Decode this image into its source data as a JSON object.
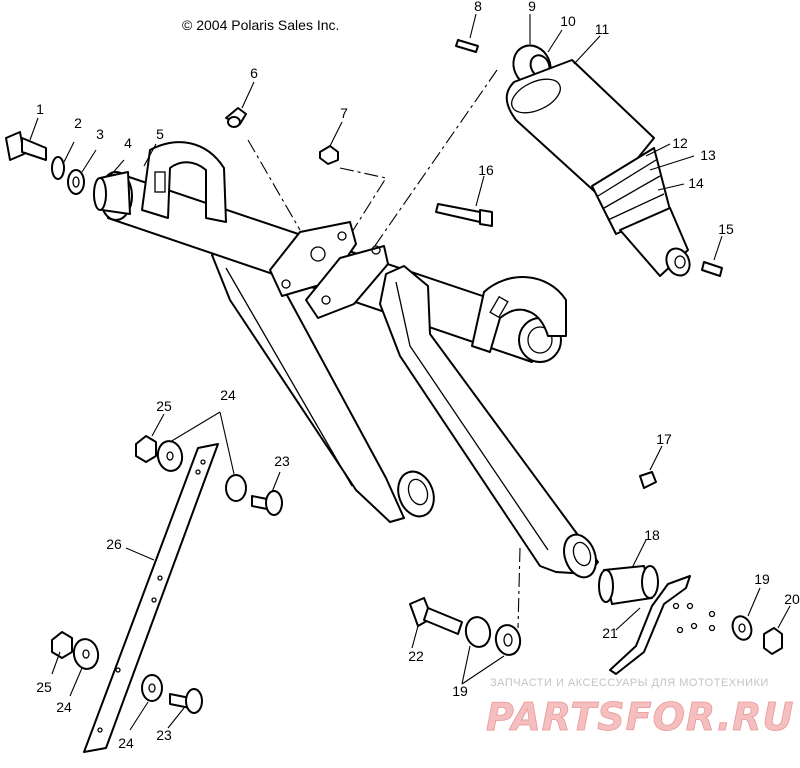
{
  "copyright": "© 2004 Polaris Sales Inc.",
  "callouts": {
    "c1": "1",
    "c2": "2",
    "c3": "3",
    "c4": "4",
    "c5": "5",
    "c6": "6",
    "c7": "7",
    "c8": "8",
    "c9": "9",
    "c10": "10",
    "c11": "11",
    "c12": "12",
    "c13": "13",
    "c14": "14",
    "c15": "15",
    "c16": "16",
    "c17": "17",
    "c18": "18",
    "c19a": "19",
    "c19b": "19",
    "c20": "20",
    "c21": "21",
    "c22": "22",
    "c23a": "23",
    "c23b": "23",
    "c24a": "24",
    "c24b": "24",
    "c24c": "24",
    "c25a": "25",
    "c25b": "25",
    "c26": "26"
  },
  "watermark": {
    "tagline": "ЗАПЧАСТИ И АКСЕССУАРЫ ДЛЯ МОТОТЕХНИКИ",
    "logo": "PARTSFOR.RU"
  }
}
